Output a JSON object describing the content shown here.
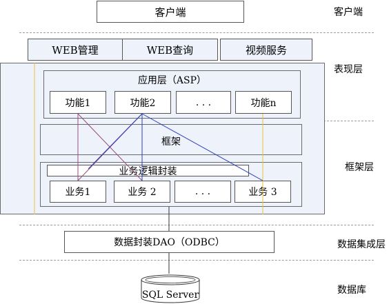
{
  "layers": {
    "client": "客户端",
    "presentation": "表现层",
    "framework": "框架层",
    "data_integration": "数据集成层",
    "database": "数据库"
  },
  "client_box": "客户端",
  "top_modules": [
    "WEB管理",
    "WEB查询",
    "视频服务"
  ],
  "app_layer": {
    "title": "应用层（ASP）",
    "functions": [
      "功能1",
      "功能2",
      ". . .",
      "功能n"
    ]
  },
  "framework_box": "框架",
  "business_wrapper": "业务逻辑封装",
  "business": [
    "业务1",
    "业务 2",
    ". . .",
    "业务 3"
  ],
  "dao_box": "数据封装DAO（ODBC）",
  "db_label": "SQL Server"
}
